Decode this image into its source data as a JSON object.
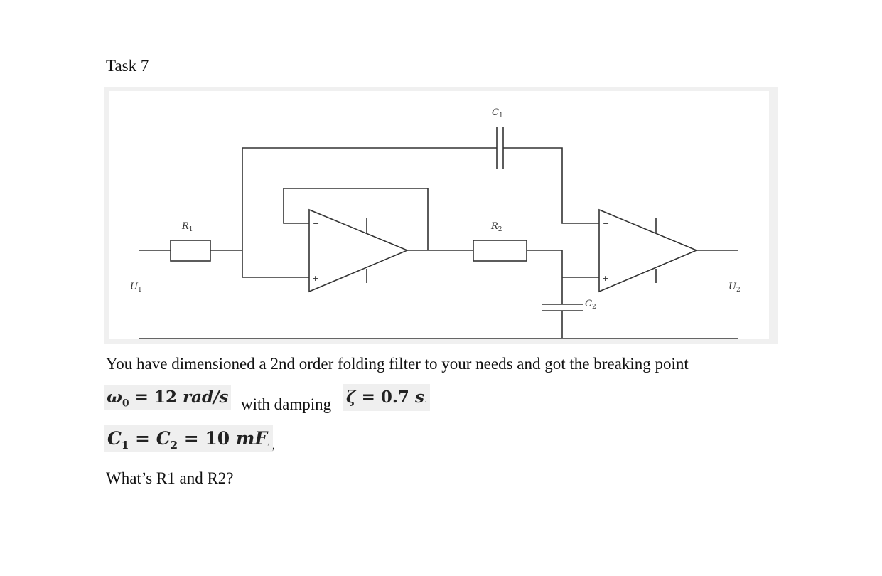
{
  "task": {
    "title": "Task 7"
  },
  "figure": {
    "labels": {
      "r1": "R",
      "r1_sub": "1",
      "r2": "R",
      "r2_sub": "2",
      "c1": "C",
      "c1_sub": "1",
      "c2": "C",
      "c2_sub": "2",
      "u1": "U",
      "u1_sub": "1",
      "u2": "U",
      "u2_sub": "2",
      "opamp_minus": "−",
      "opamp_plus": "+"
    },
    "colors": {
      "frame": "#f0f0f0",
      "wire": "#333333"
    }
  },
  "text": {
    "paragraph1": "You have dimensioned a 2nd order folding filter to your needs and got the breaking point",
    "omega_symbol": "ω",
    "omega_sub": "0",
    "omega_eq": " = 12 ",
    "omega_unit": "rad/s",
    "with_damping": "with damping",
    "zeta_symbol": "ζ",
    "zeta_eq": " = 0.7 ",
    "zeta_unit": "s",
    "zeta_dot": ".",
    "caps_c1": "C",
    "caps_c1_sub": "1",
    "caps_eq1": " = ",
    "caps_c2": "C",
    "caps_c2_sub": "2",
    "caps_eq2": " = 10 ",
    "caps_unit": "mF",
    "caps_trail": ",",
    "comma": ",",
    "question": "What’s R1 and R2?"
  }
}
